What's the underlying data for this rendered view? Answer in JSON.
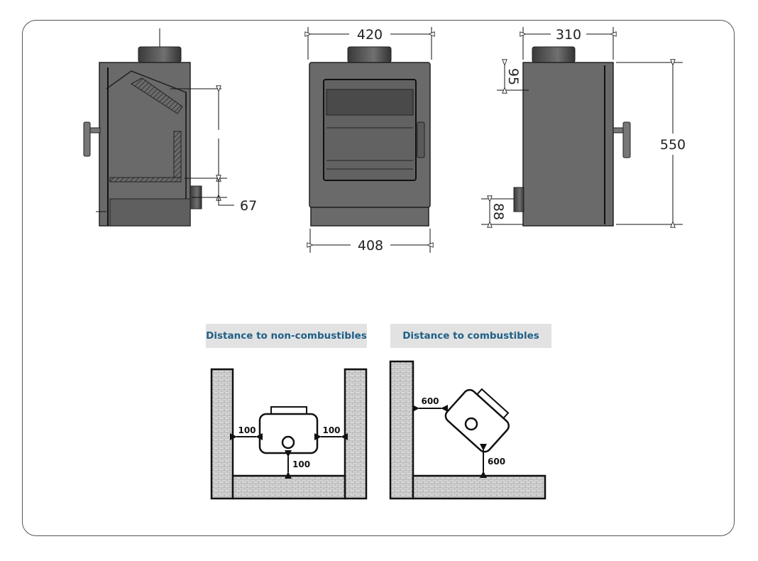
{
  "dimensions": {
    "width_top": "420",
    "width_base": "408",
    "depth": "310",
    "height": "550",
    "flue_offset_top": "95",
    "rear_outlet_height": "88",
    "side_outlet_offset": "67"
  },
  "clearances": {
    "non_combustibles": {
      "title": "Distance to non-combustibles",
      "left": "100",
      "right": "100",
      "front": "100"
    },
    "combustibles": {
      "title": "Distance to combustibles",
      "side": "600",
      "rear": "600"
    }
  },
  "colors": {
    "stove": "#6a6a6a",
    "label_text": "#1f5f86",
    "label_bg": "#e2e2e2"
  }
}
